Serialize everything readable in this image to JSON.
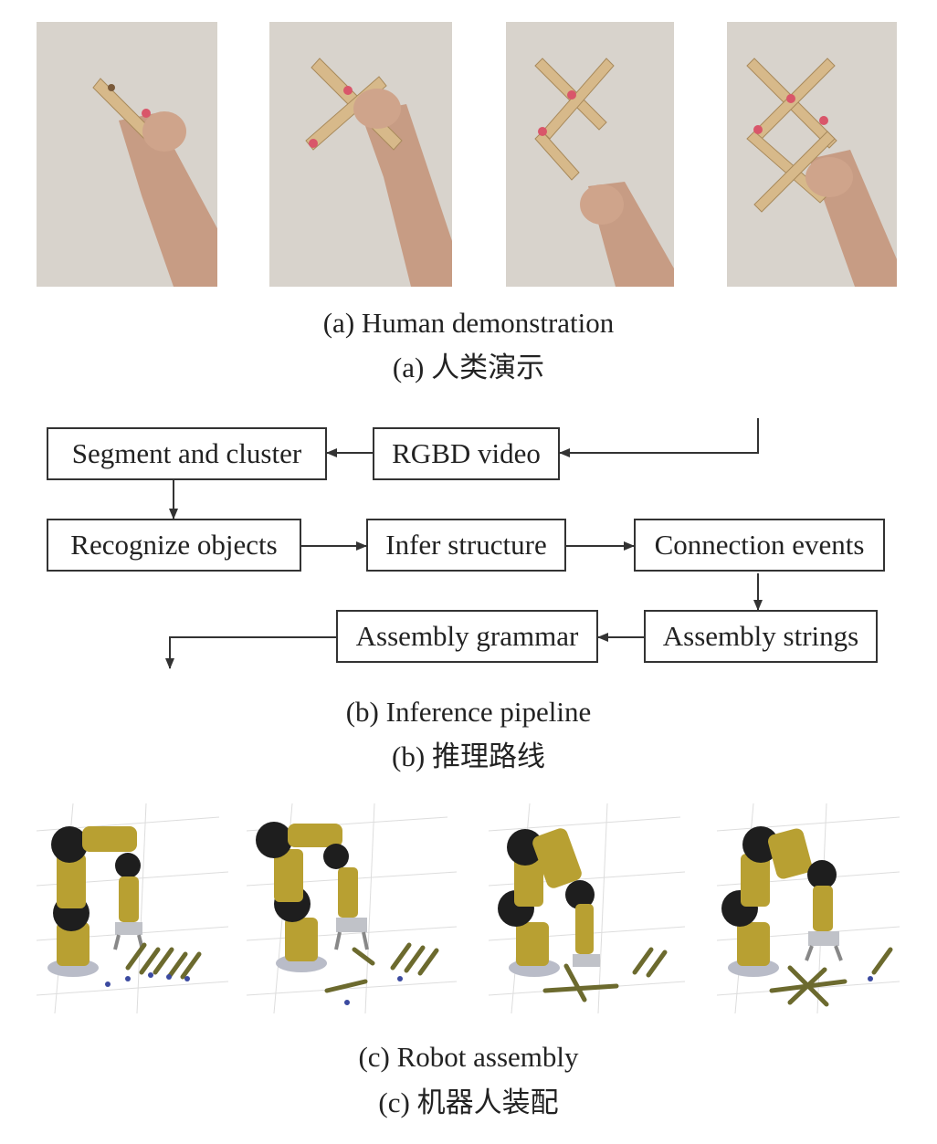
{
  "panel_a": {
    "caption_en": "(a) Human demonstration",
    "caption_zh": "(a) 人类演示",
    "photos": [
      {
        "icon": "demo-photo-1-icon"
      },
      {
        "icon": "demo-photo-2-icon"
      },
      {
        "icon": "demo-photo-3-icon"
      },
      {
        "icon": "demo-photo-4-icon"
      }
    ]
  },
  "panel_b": {
    "caption_en": "(b) Inference pipeline",
    "caption_zh": "(b) 推理路线",
    "nodes": {
      "segment_cluster": "Segment and cluster",
      "rgbd_video": "RGBD video",
      "recognize_objects": "Recognize objects",
      "infer_structure": "Infer structure",
      "connection_events": "Connection events",
      "assembly_grammar": "Assembly grammar",
      "assembly_strings": "Assembly strings"
    }
  },
  "panel_c": {
    "caption_en": "(c) Robot assembly",
    "caption_zh": "(c) 机器人装配",
    "renders": [
      {
        "icon": "robot-render-1-icon"
      },
      {
        "icon": "robot-render-2-icon"
      },
      {
        "icon": "robot-render-3-icon"
      },
      {
        "icon": "robot-render-4-icon"
      }
    ]
  },
  "colors": {
    "line": "#333333",
    "robot_yellow": "#b8a032",
    "robot_black": "#1e1e1e",
    "wood": "#d7b98a",
    "photo_bg": "#d9d4cd"
  }
}
